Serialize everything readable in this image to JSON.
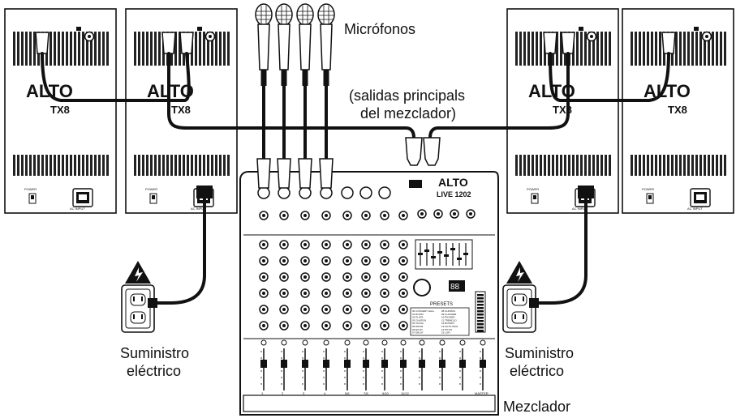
{
  "labels": {
    "microphones": "Micrófonos",
    "main_outputs_line1": "(salidas principals",
    "main_outputs_line2": "del mezclador)",
    "power_left_line1": "Suministro",
    "power_left_line2": "eléctrico",
    "power_right_line1": "Suministro",
    "power_right_line2": "eléctrico",
    "mixer": "Mezclador"
  },
  "speakers": [
    {
      "brand": "ALTO",
      "model": "TX8",
      "power_label": "POWER",
      "input_label": "AC INPUT"
    },
    {
      "brand": "ALTO",
      "model": "TX8",
      "power_label": "POWER",
      "input_label": "AC INPUT"
    },
    {
      "brand": "ALTO",
      "model": "TX8",
      "power_label": "POWER",
      "input_label": "AC INPUT"
    },
    {
      "brand": "ALTO",
      "model": "TX8",
      "power_label": "POWER",
      "input_label": "AC INPUT"
    }
  ],
  "mixer": {
    "brand": "ALTO",
    "model": "LIVE 1202",
    "presets_title": "PRESETS",
    "display_value": "88",
    "presets": [
      "00 CONCERT HALL",
      "01 ROOM",
      "02 PLATE",
      "03 CHURCH",
      "04 VOCAL",
      "05 DRUM",
      "06 ECHO",
      "07 DELAY",
      "08 CHORUS",
      "09 FLANGER",
      "10 PHASER",
      "11 TREMOLO",
      "12 ROTARY",
      "13 AUTO-WAH",
      "14 PITCH",
      "15 LOFI"
    ],
    "bottom_labels": [
      "1",
      "2",
      "3",
      "4",
      "5/6",
      "7/8",
      "9/10",
      "11/12",
      "MASTER"
    ]
  },
  "colors": {
    "line": "#111111",
    "panel_fill": "#ffffff",
    "background": "#ffffff"
  }
}
